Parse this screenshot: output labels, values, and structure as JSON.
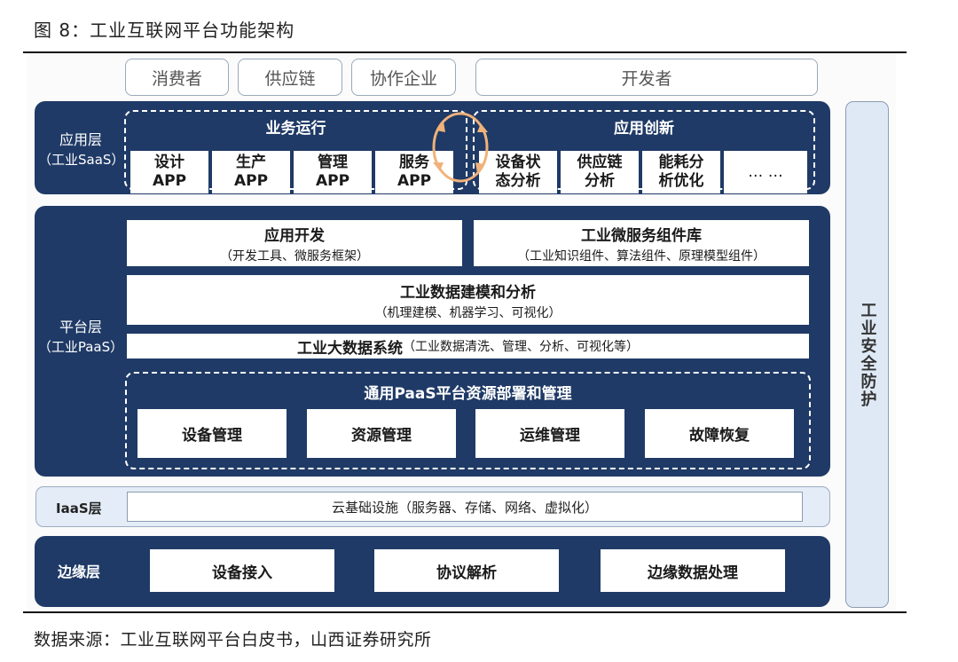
{
  "figure": {
    "title": "图 8：工业互联网平台功能架构",
    "source": "数据来源：工业互联网平台白皮书，山西证券研究所"
  },
  "actors": [
    "消费者",
    "供应链",
    "协作企业",
    "开发者"
  ],
  "saas_layer": {
    "label_line1": "应用层",
    "label_line2": "（工业SaaS）",
    "business": {
      "title": "业务运行",
      "apps": [
        {
          "line1": "设计",
          "line2": "APP"
        },
        {
          "line1": "生产",
          "line2": "APP"
        },
        {
          "line1": "管理",
          "line2": "APP"
        },
        {
          "line1": "服务",
          "line2": "APP"
        }
      ]
    },
    "innovation": {
      "title": "应用创新",
      "apps": [
        {
          "line1": "设备状",
          "line2": "态分析"
        },
        {
          "line1": "供应链",
          "line2": "分析"
        },
        {
          "line1": "能耗分",
          "line2": "析优化"
        },
        {
          "line1": "… …",
          "line2": ""
        }
      ]
    },
    "cycle_icon": "circular-arrows-icon"
  },
  "paas_layer": {
    "label_line1": "平台层",
    "label_line2": "（工业PaaS）",
    "app_dev": {
      "title": "应用开发",
      "subtitle": "（开发工具、微服务框架）"
    },
    "microservices": {
      "title": "工业微服务组件库",
      "subtitle": "（工业知识组件、算法组件、原理模型组件）"
    },
    "modeling": {
      "title": "工业数据建模和分析",
      "subtitle": "（机理建模、机器学习、可视化）"
    },
    "bigdata": {
      "title": "工业大数据系统",
      "subtitle": "（工业数据清洗、管理、分析、可视化等）"
    },
    "general": {
      "title": "通用PaaS平台资源部署和管理",
      "items": [
        "设备管理",
        "资源管理",
        "运维管理",
        "故障恢复"
      ]
    }
  },
  "iaas_layer": {
    "label": "IaaS层",
    "content": "云基础设施（服务器、存储、网络、虚拟化）"
  },
  "edge_layer": {
    "label": "边缘层",
    "items": [
      "设备接入",
      "协议解析",
      "边缘数据处理"
    ]
  },
  "security": {
    "label": "工业安全防护"
  },
  "colors": {
    "navy": "#1f3a66",
    "light_blue": "#e4ecf7",
    "cycle_orange": "#f0b27a"
  }
}
